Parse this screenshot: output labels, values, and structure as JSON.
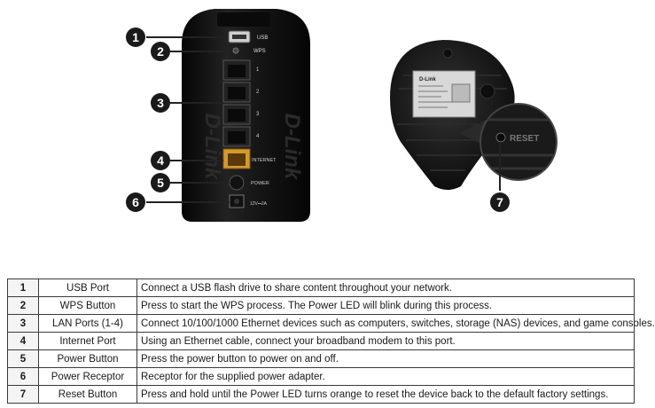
{
  "figure": {
    "brand": "D-Link",
    "back_labels": {
      "usb": "USB",
      "wps": "WPS",
      "lan_numbers": [
        "1",
        "2",
        "3",
        "4"
      ],
      "internet": "INTERNET",
      "power": "POWER",
      "power_spec": "12V⎓2A"
    },
    "bottom_label": "RESET",
    "callouts": [
      "1",
      "2",
      "3",
      "4",
      "5",
      "6",
      "7"
    ]
  },
  "parts": [
    {
      "num": "1",
      "name": "USB Port",
      "desc": "Connect a USB flash drive to share content throughout your network."
    },
    {
      "num": "2",
      "name": "WPS Button",
      "desc": "Press to start the WPS process. The Power LED will blink during this process."
    },
    {
      "num": "3",
      "name": "LAN Ports (1-4)",
      "desc": "Connect 10/100/1000 Ethernet devices such as computers, switches, storage (NAS) devices, and game consoles."
    },
    {
      "num": "4",
      "name": "Internet Port",
      "desc": "Using an Ethernet cable, connect your broadband modem to this port."
    },
    {
      "num": "5",
      "name": "Power Button",
      "desc": "Press the power button to power on and off."
    },
    {
      "num": "6",
      "name": "Power Receptor",
      "desc": "Receptor for the supplied power adapter."
    },
    {
      "num": "7",
      "name": "Reset Button",
      "desc": "Press and hold until the Power LED turns orange to reset the device back to the default factory settings."
    }
  ]
}
